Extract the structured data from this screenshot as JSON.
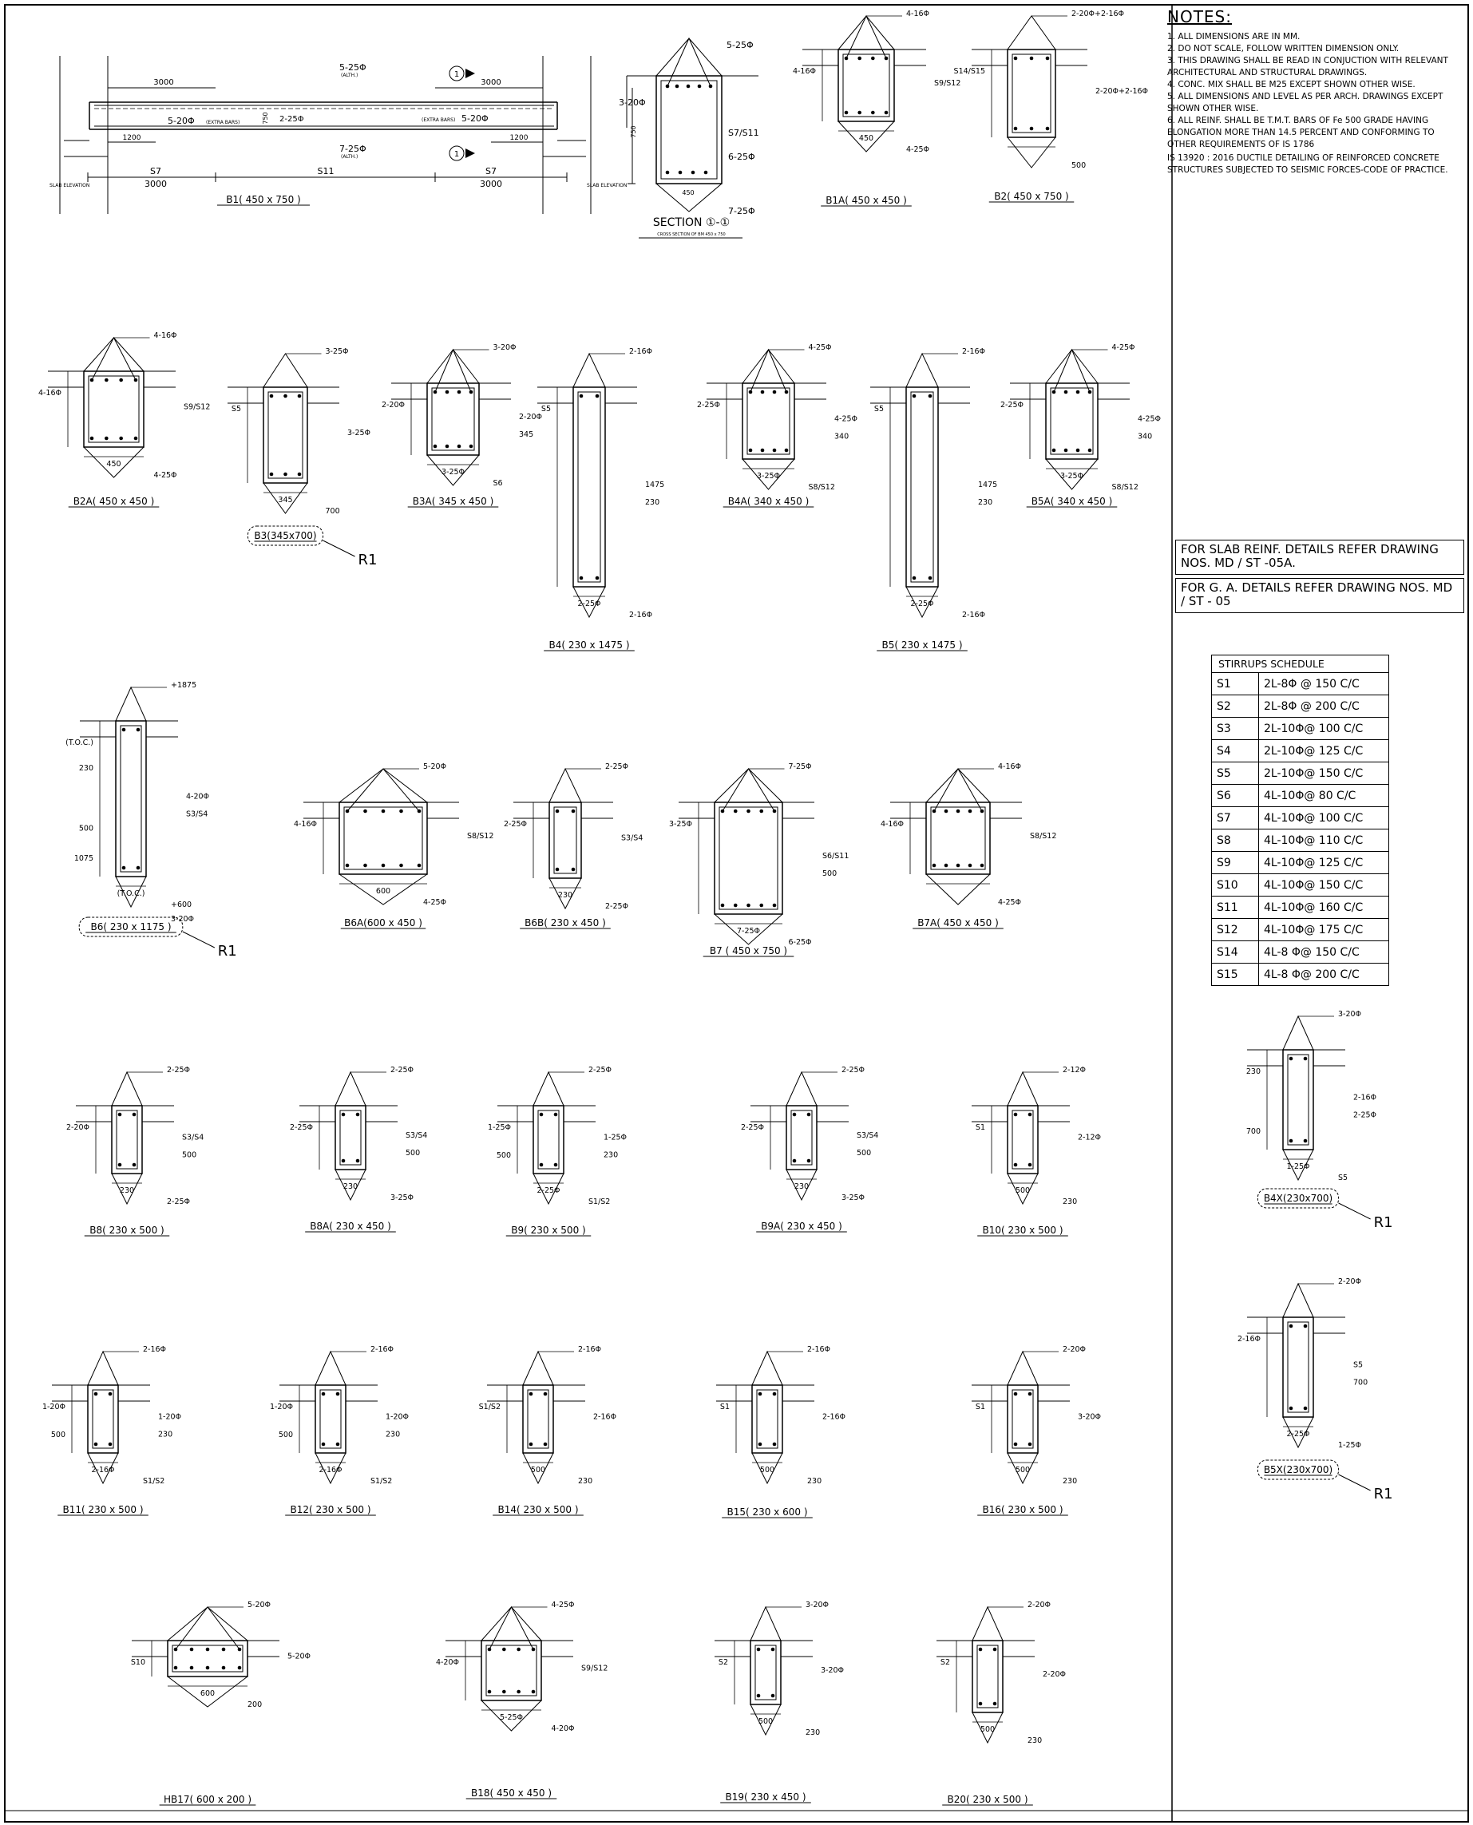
{
  "notes": {
    "title": "NOTES:",
    "items": [
      "1. ALL DIMENSIONS ARE IN MM.",
      "2. DO NOT SCALE, FOLLOW WRITTEN DIMENSION ONLY.",
      "3. THIS DRAWING SHALL BE READ IN CONJUCTION WITH RELEVANT ARCHITECTURAL AND STRUCTURAL DRAWINGS.",
      "4. CONC. MIX SHALL BE M25 EXCEPT SHOWN OTHER WISE.",
      "5. ALL DIMENSIONS AND LEVEL  AS PER ARCH. DRAWINGS EXCEPT SHOWN OTHER WISE.",
      "6. ALL REINF. SHALL BE T.M.T. BARS OF Fe 500 GRADE HAVING ELONGATION MORE THAN 14.5 PERCENT AND CONFORMING TO OTHER REQUIREMENTS OF IS 1786"
    ],
    "extra": "IS 13920 : 2016 DUCTILE DETAILING OF REINFORCED CONCRETE STRUCTURES SUBJECTED TO SEISMIC FORCES-CODE OF PRACTICE."
  },
  "refs": {
    "slab": "FOR SLAB REINF. DETAILS REFER DRAWING NOS. MD / ST -05A.",
    "ga": "FOR G. A. DETAILS REFER DRAWING NOS. MD / ST - 05"
  },
  "schedule": {
    "title": "STIRRUPS SCHEDULE",
    "rows": [
      {
        "id": "S1",
        "spec": "2L-8Φ @ 150 C/C"
      },
      {
        "id": "S2",
        "spec": "2L-8Φ @ 200 C/C"
      },
      {
        "id": "S3",
        "spec": "2L-10Φ@ 100 C/C"
      },
      {
        "id": "S4",
        "spec": "2L-10Φ@ 125 C/C"
      },
      {
        "id": "S5",
        "spec": "2L-10Φ@ 150 C/C"
      },
      {
        "id": "S6",
        "spec": "4L-10Φ@  80 C/C"
      },
      {
        "id": "S7",
        "spec": "4L-10Φ@ 100 C/C"
      },
      {
        "id": "S8",
        "spec": "4L-10Φ@ 110 C/C"
      },
      {
        "id": "S9",
        "spec": "4L-10Φ@ 125 C/C"
      },
      {
        "id": "S10",
        "spec": "4L-10Φ@ 150 C/C"
      },
      {
        "id": "S11",
        "spec": "4L-10Φ@ 160 C/C"
      },
      {
        "id": "S12",
        "spec": "4L-10Φ@ 175 C/C"
      },
      {
        "id": "S14",
        "spec": "4L-8 Φ@ 150 C/C"
      },
      {
        "id": "S15",
        "spec": "4L-8 Φ@ 200 C/C"
      }
    ]
  },
  "elevation": {
    "title": "B1( 450 x 750 )",
    "span_left": "3000",
    "span_right": "3000",
    "cut_left": "1200",
    "cut_right": "1200",
    "s7": "S7",
    "s11": "S11",
    "top_bars": "5-25Φ",
    "top_bars_note": "(ALTH.)",
    "mid_bars": "2-25Φ",
    "extra_left": "5-20Φ",
    "extra_right": "5-20Φ",
    "extra_note": "(EXTRA BARS)",
    "bot_bars": "7-25Φ",
    "section_mark": "1",
    "depth": "750",
    "slab_left": "SLAB ELEVATION",
    "slab_right": "SLAB ELEVATION"
  },
  "section": {
    "title": "SECTION  ①-①",
    "sub": "CROSS SECTION OF BM 450 x 750"
  },
  "beams": [
    {
      "id": "b1a",
      "title": "B1A( 450 x 450 )",
      "labels": [
        "4-16Φ",
        "4-16Φ",
        "S9/S12",
        "4-25Φ",
        "450"
      ]
    },
    {
      "id": "b2",
      "title": "B2( 450 x 750 )",
      "labels": [
        "2-20Φ+2-16Φ",
        "S14/S15",
        "2-20Φ+2-16Φ",
        "500"
      ]
    },
    {
      "id": "b2a",
      "title": "B2A( 450 x 450 )",
      "labels": [
        "4-16Φ",
        "4-16Φ",
        "S9/S12",
        "4-25Φ",
        "450"
      ]
    },
    {
      "id": "b3",
      "title": "B3(345x700)",
      "labels": [
        "3-25Φ",
        "S5",
        "3-25Φ",
        "700",
        "345"
      ]
    },
    {
      "id": "b3a",
      "title": "B3A( 345 x 450 )",
      "labels": [
        "3-20Φ",
        "2-20Φ",
        "2-20Φ",
        "S6",
        "3-25Φ",
        "345"
      ]
    },
    {
      "id": "b4",
      "title": "B4( 230 x 1475 )",
      "labels": [
        "2-16Φ",
        "S5",
        "1475",
        "2-16Φ",
        "2-25Φ",
        "230"
      ]
    },
    {
      "id": "b4a",
      "title": "B4A( 340 x 450 )",
      "labels": [
        "4-25Φ",
        "2-25Φ",
        "4-25Φ",
        "S8/S12",
        "3-25Φ",
        "340"
      ]
    },
    {
      "id": "b5",
      "title": "B5( 230 x 1475 )",
      "labels": [
        "2-16Φ",
        "S5",
        "1475",
        "2-16Φ",
        "2-25Φ",
        "230"
      ]
    },
    {
      "id": "b5a",
      "title": "B5A( 340 x 450 )",
      "labels": [
        "4-25Φ",
        "2-25Φ",
        "4-25Φ",
        "S8/S12",
        "3-25Φ",
        "340"
      ]
    },
    {
      "id": "b6",
      "title": "B6( 230 x 1175 )",
      "labels": [
        "+1875",
        "(T.O.C.)",
        "4-20Φ",
        "+600",
        "(T.O.C.)",
        "S3/S4",
        "1075",
        "500",
        "3-20Φ",
        "230"
      ]
    },
    {
      "id": "b6a",
      "title": "B6A(600 x 450 )",
      "labels": [
        "5-20Φ",
        "4-16Φ",
        "S8/S12",
        "4-25Φ",
        "600"
      ]
    },
    {
      "id": "b6b",
      "title": "B6B( 230 x 450 )",
      "labels": [
        "2-25Φ",
        "2-25Φ",
        "S3/S4",
        "2-25Φ",
        "230"
      ]
    },
    {
      "id": "b7",
      "title": "B7 ( 450 x 750 )",
      "labels": [
        "7-25Φ",
        "3-25Φ",
        "S6/S11",
        "6-25Φ",
        "7-25Φ",
        "500"
      ]
    },
    {
      "id": "b7a",
      "title": "B7A( 450 x 450 )",
      "labels": [
        "4-16Φ",
        "4-16Φ",
        "S8/S12",
        "4-25Φ"
      ]
    },
    {
      "id": "b8",
      "title": "B8( 230 x 500 )",
      "labels": [
        "2-25Φ",
        "2-20Φ",
        "S3/S4",
        "2-25Φ",
        "230",
        "500"
      ]
    },
    {
      "id": "b8a",
      "title": "B8A( 230 x 450 )",
      "labels": [
        "2-25Φ",
        "2-25Φ",
        "S3/S4",
        "3-25Φ",
        "230",
        "500"
      ]
    },
    {
      "id": "b9",
      "title": "B9( 230 x 500 )",
      "labels": [
        "2-25Φ",
        "1-25Φ",
        "1-25Φ",
        "S1/S2",
        "2-25Φ",
        "230",
        "500"
      ]
    },
    {
      "id": "b9a",
      "title": "B9A( 230 x 450 )",
      "labels": [
        "2-25Φ",
        "2-25Φ",
        "S3/S4",
        "3-25Φ",
        "230",
        "500"
      ]
    },
    {
      "id": "b10",
      "title": "B10( 230 x 500 )",
      "labels": [
        "2-12Φ",
        "S1",
        "2-12Φ",
        "230",
        "500"
      ]
    },
    {
      "id": "b4x",
      "title": "B4X(230x700)",
      "labels": [
        "3-20Φ",
        "230",
        "2-16Φ",
        "S5",
        "1-25Φ",
        "2-25Φ",
        "700"
      ]
    },
    {
      "id": "b5x",
      "title": "B5X(230x700)",
      "labels": [
        "2-20Φ",
        "2-16Φ",
        "S5",
        "1-25Φ",
        "2-25Φ",
        "700"
      ]
    },
    {
      "id": "b11",
      "title": "B11( 230 x 500 )",
      "labels": [
        "2-16Φ",
        "1-20Φ",
        "1-20Φ",
        "S1/S2",
        "2-16Φ",
        "230",
        "500"
      ]
    },
    {
      "id": "b12",
      "title": "B12( 230 x 500 )",
      "labels": [
        "2-16Φ",
        "1-20Φ",
        "1-20Φ",
        "S1/S2",
        "2-16Φ",
        "230",
        "500"
      ]
    },
    {
      "id": "b14",
      "title": "B14( 230 x 500 )",
      "labels": [
        "2-16Φ",
        "S1/S2",
        "2-16Φ",
        "230",
        "500"
      ]
    },
    {
      "id": "b15",
      "title": "B15( 230 x 600 )",
      "labels": [
        "2-16Φ",
        "S1",
        "2-16Φ",
        "230",
        "500"
      ]
    },
    {
      "id": "b16",
      "title": "B16( 230 x 500 )",
      "labels": [
        "2-20Φ",
        "S1",
        "3-20Φ",
        "230",
        "500"
      ]
    },
    {
      "id": "hb17",
      "title": "HB17( 600 x 200 )",
      "labels": [
        "5-20Φ",
        "S10",
        "5-20Φ",
        "200",
        "600"
      ]
    },
    {
      "id": "b18",
      "title": "B18( 450 x 450 )",
      "labels": [
        "4-25Φ",
        "4-20Φ",
        "S9/S12",
        "4-20Φ",
        "5-25Φ"
      ]
    },
    {
      "id": "b19",
      "title": "B19( 230 x 450 )",
      "labels": [
        "3-20Φ",
        "S2",
        "3-20Φ",
        "230",
        "500"
      ]
    },
    {
      "id": "b20",
      "title": "B20( 230 x 500 )",
      "labels": [
        "2-20Φ",
        "S2",
        "2-20Φ",
        "230",
        "500"
      ]
    }
  ],
  "revision_mark": "R1"
}
